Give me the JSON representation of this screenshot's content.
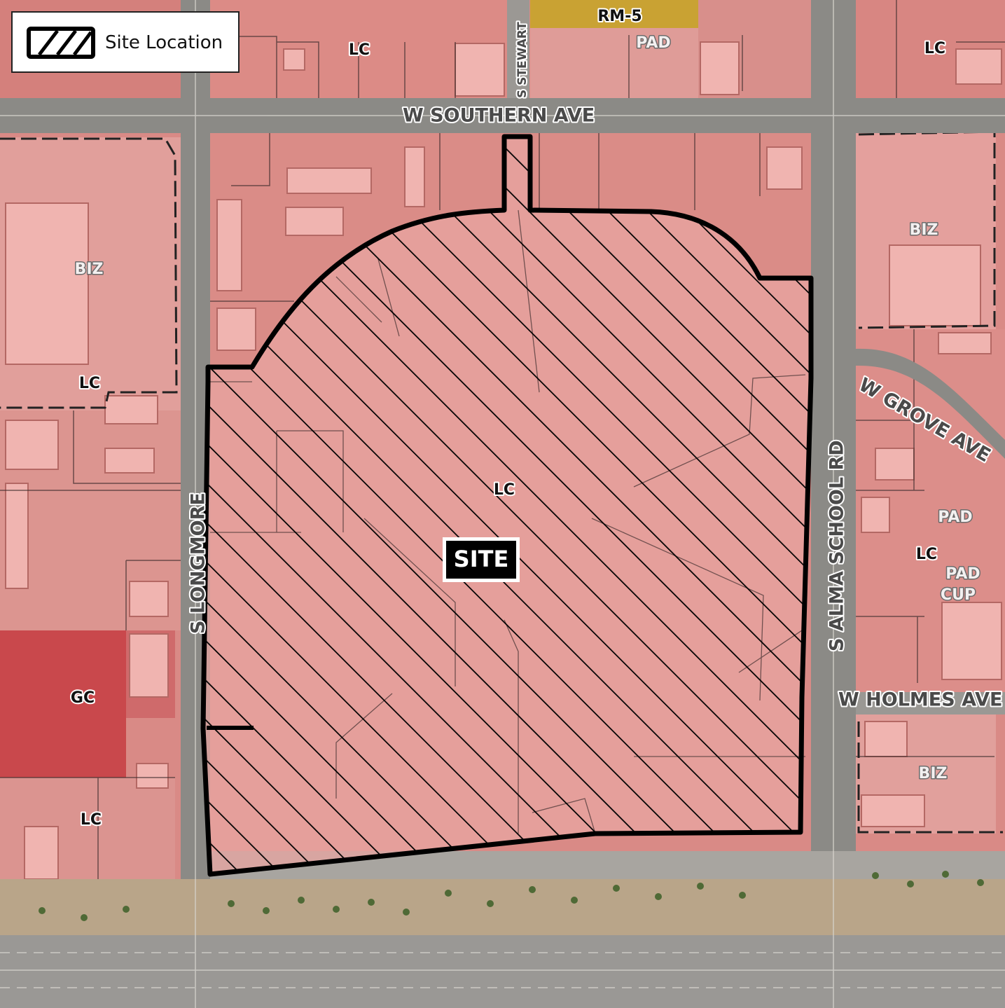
{
  "legend": {
    "label": "Site Location"
  },
  "site": {
    "label": "SITE"
  },
  "streets": {
    "southern": "W SOUTHERN AVE",
    "stewart": "S STEWART",
    "longmore": "S LONGMORE",
    "alma_school": "S ALMA SCHOOL RD",
    "grove": "W GROVE AVE",
    "holmes": "W HOLMES AVE"
  },
  "zones": [
    {
      "code": "RM-5"
    },
    {
      "code": "PAD"
    },
    {
      "code": "LC"
    },
    {
      "code": "LC"
    },
    {
      "code": "BIZ"
    },
    {
      "code": "LC"
    },
    {
      "code": "BIZ"
    },
    {
      "code": "LC"
    },
    {
      "code": "PAD"
    },
    {
      "code": "LC"
    },
    {
      "code": "PAD"
    },
    {
      "code": "CUP"
    },
    {
      "code": "GC"
    },
    {
      "code": "LC"
    },
    {
      "code": "BIZ"
    }
  ],
  "colors": {
    "zone_lc": "#dc8a86",
    "zone_biz": "#e4a09d",
    "zone_gc": "#c9484c",
    "zone_rm5": "#c9a233",
    "road": "#8b8a86",
    "freeway": "#9a9895",
    "site_outline": "#000000"
  }
}
